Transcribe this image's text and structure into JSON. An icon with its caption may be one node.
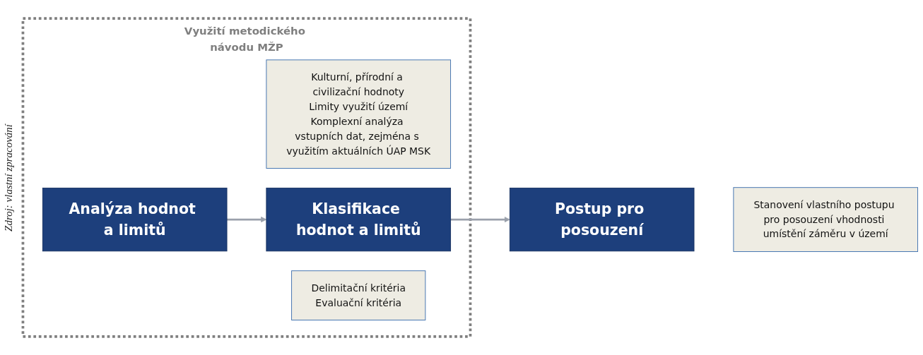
{
  "diagram": {
    "caption": "Zdroj: vlastní zpracování",
    "nodes": [
      {
        "text": [
          "Využití metodického návodu MŽP"
        ]
      },
      {
        "text": [
          "Analýza hodnot a limitů"
        ],
        "in": 0
      },
      {
        "text": [
          "Kulturní, přírodní a civilizační hodnoty",
          "Limity využití území",
          "Komplexní analýza vstupních dat, zejména s využitím aktuálních ÚAP MSK"
        ],
        "in": 0
      },
      {
        "text": [
          "Klasifikace hodnot a limitů"
        ],
        "in": 0
      },
      {
        "text": [
          "Delimitační kritéria",
          "Evaluační kritéria"
        ],
        "in": 0
      },
      {
        "text": [
          "Postup pro posouzení"
        ]
      },
      {
        "text": [
          "Stanovení vlastního postupu pro posouzení vhodnosti umístění záměru v území"
        ]
      }
    ],
    "edges": [
      {
        "from": 1,
        "to": 3,
        "arrow": "to"
      },
      {
        "from": 3,
        "to": 5,
        "arrow": "to"
      }
    ]
  }
}
